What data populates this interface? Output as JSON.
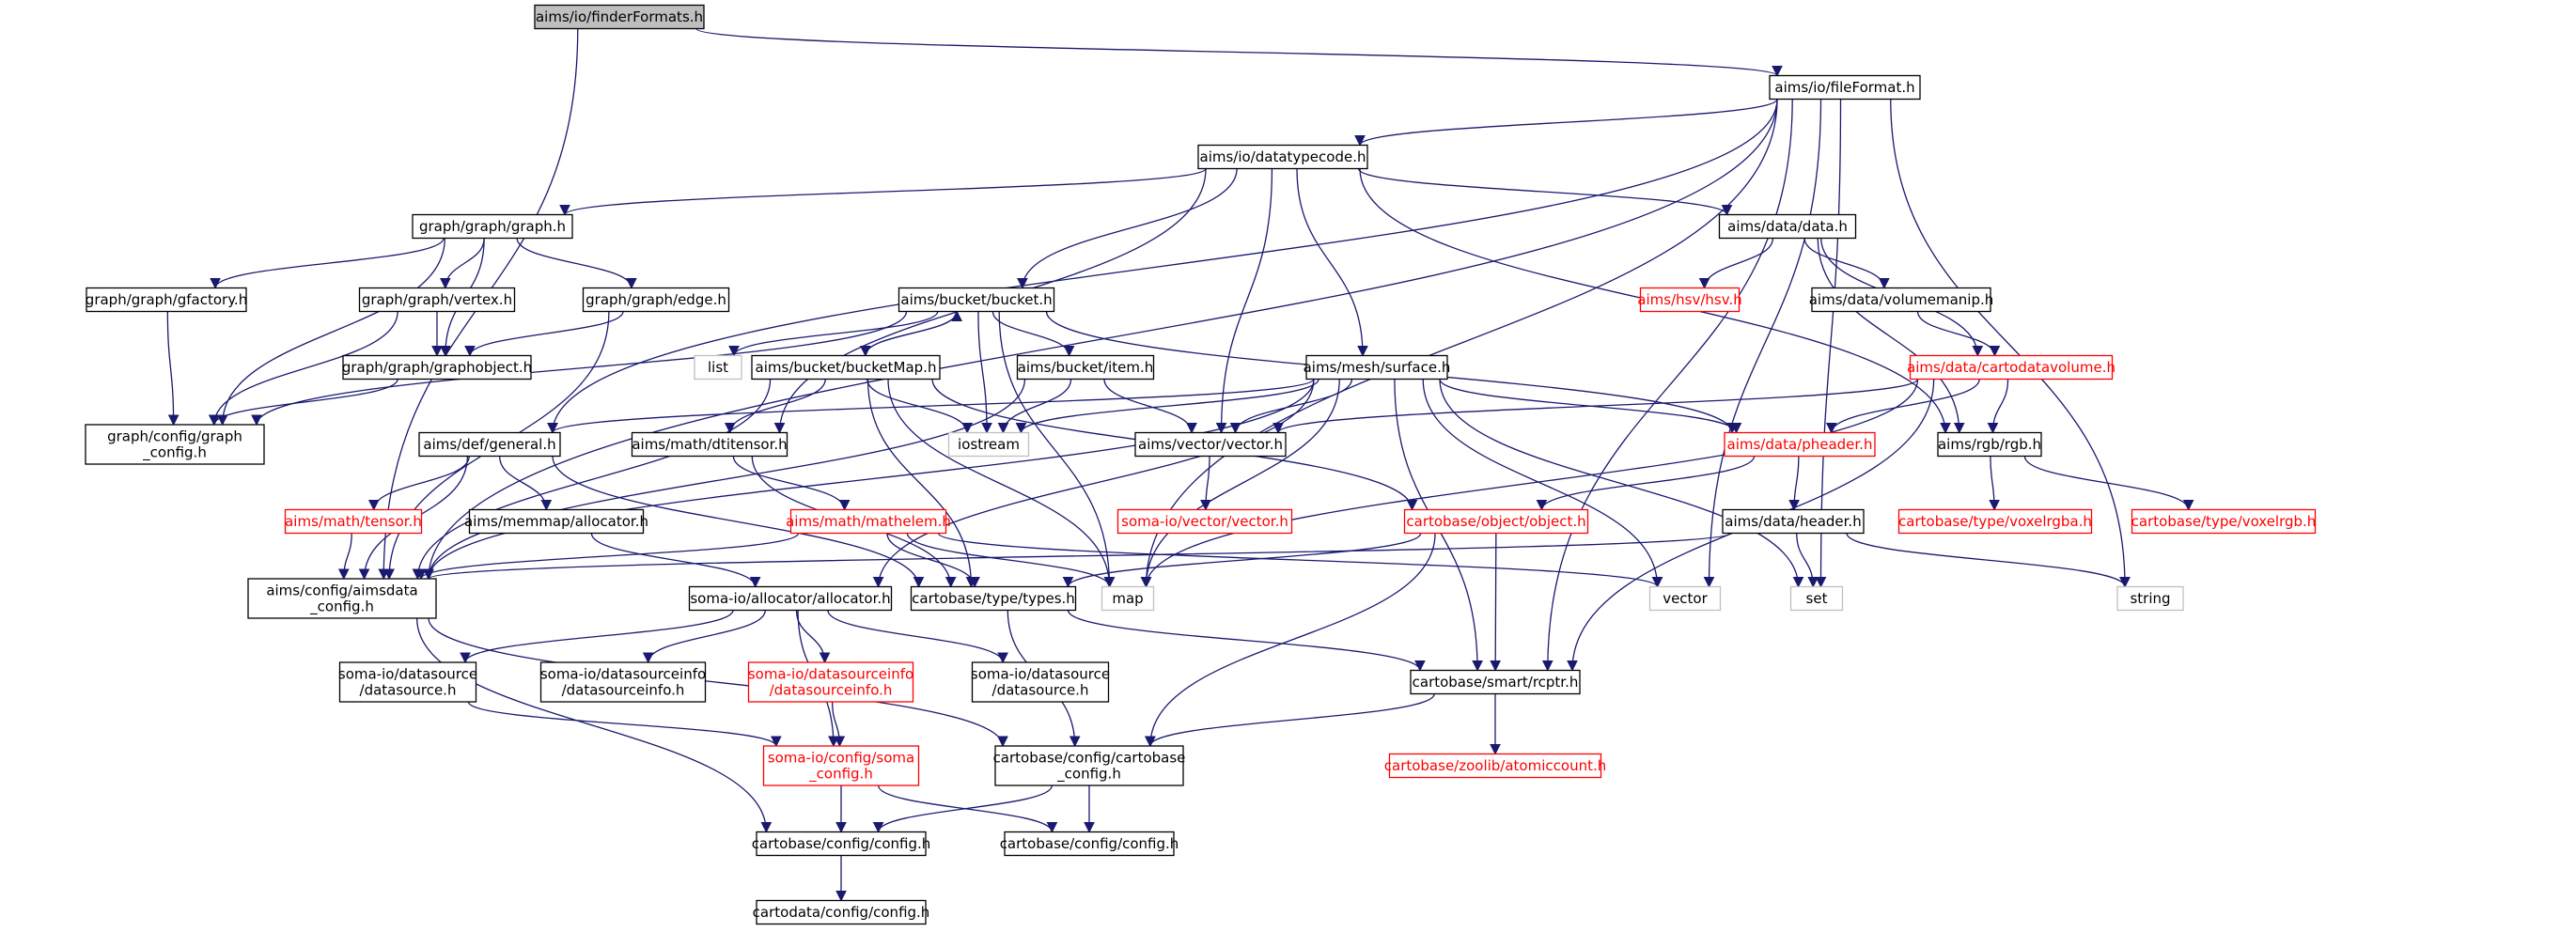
{
  "diagram": {
    "type": "include-dependency-graph",
    "colors": {
      "edge": "#191970",
      "root_fill": "#bfbfbf",
      "normal_border": "#000000",
      "missing_border": "#ff0000",
      "missing_text": "#ff0000",
      "system_border": "#bfbfbf",
      "text": "#000000",
      "background": "#ffffff"
    },
    "nodes": [
      {
        "id": "finderFormats",
        "lines": [
          "aims/io/finderFormats.h"
        ],
        "style": "root"
      },
      {
        "id": "fileFormat",
        "lines": [
          "aims/io/fileFormat.h"
        ],
        "style": "normal"
      },
      {
        "id": "datatypecode",
        "lines": [
          "aims/io/datatypecode.h"
        ],
        "style": "normal"
      },
      {
        "id": "graph",
        "lines": [
          "graph/graph/graph.h"
        ],
        "style": "normal"
      },
      {
        "id": "data",
        "lines": [
          "aims/data/data.h"
        ],
        "style": "normal"
      },
      {
        "id": "gfactory",
        "lines": [
          "graph/graph/gfactory.h"
        ],
        "style": "normal"
      },
      {
        "id": "vertex",
        "lines": [
          "graph/graph/vertex.h"
        ],
        "style": "normal"
      },
      {
        "id": "edge",
        "lines": [
          "graph/graph/edge.h"
        ],
        "style": "normal"
      },
      {
        "id": "bucket",
        "lines": [
          "aims/bucket/bucket.h"
        ],
        "style": "normal"
      },
      {
        "id": "hsv",
        "lines": [
          "aims/hsv/hsv.h"
        ],
        "style": "missing"
      },
      {
        "id": "volumemanip",
        "lines": [
          "aims/data/volumemanip.h"
        ],
        "style": "normal"
      },
      {
        "id": "graphobject",
        "lines": [
          "graph/graph/graphobject.h"
        ],
        "style": "normal"
      },
      {
        "id": "list",
        "lines": [
          "list"
        ],
        "style": "system"
      },
      {
        "id": "bucketMap",
        "lines": [
          "aims/bucket/bucketMap.h"
        ],
        "style": "normal"
      },
      {
        "id": "item",
        "lines": [
          "aims/bucket/item.h"
        ],
        "style": "normal"
      },
      {
        "id": "surface",
        "lines": [
          "aims/mesh/surface.h"
        ],
        "style": "normal"
      },
      {
        "id": "cartodatavolume",
        "lines": [
          "aims/data/cartodatavolume.h"
        ],
        "style": "missing"
      },
      {
        "id": "graphconfig",
        "lines": [
          "graph/config/graph",
          "_config.h"
        ],
        "style": "normal"
      },
      {
        "id": "general",
        "lines": [
          "aims/def/general.h"
        ],
        "style": "normal"
      },
      {
        "id": "dtitensor",
        "lines": [
          "aims/math/dtitensor.h"
        ],
        "style": "normal"
      },
      {
        "id": "iostream",
        "lines": [
          "iostream"
        ],
        "style": "system"
      },
      {
        "id": "vectorh",
        "lines": [
          "aims/vector/vector.h"
        ],
        "style": "normal"
      },
      {
        "id": "pheader",
        "lines": [
          "aims/data/pheader.h"
        ],
        "style": "missing"
      },
      {
        "id": "rgb",
        "lines": [
          "aims/rgb/rgb.h"
        ],
        "style": "normal"
      },
      {
        "id": "tensor",
        "lines": [
          "aims/math/tensor.h"
        ],
        "style": "missing"
      },
      {
        "id": "allocator",
        "lines": [
          "aims/memmap/allocator.h"
        ],
        "style": "normal"
      },
      {
        "id": "mathelem",
        "lines": [
          "aims/math/mathelem.h"
        ],
        "style": "missing"
      },
      {
        "id": "somavector",
        "lines": [
          "soma-io/vector/vector.h"
        ],
        "style": "missing"
      },
      {
        "id": "object",
        "lines": [
          "cartobase/object/object.h"
        ],
        "style": "missing"
      },
      {
        "id": "header",
        "lines": [
          "aims/data/header.h"
        ],
        "style": "normal"
      },
      {
        "id": "voxelrgba",
        "lines": [
          "cartobase/type/voxelrgba.h"
        ],
        "style": "missing"
      },
      {
        "id": "voxelrgb",
        "lines": [
          "cartobase/type/voxelrgb.h"
        ],
        "style": "missing"
      },
      {
        "id": "aimsdataconfig",
        "lines": [
          "aims/config/aimsdata",
          "_config.h"
        ],
        "style": "normal"
      },
      {
        "id": "somaallocator",
        "lines": [
          "soma-io/allocator/allocator.h"
        ],
        "style": "normal"
      },
      {
        "id": "types",
        "lines": [
          "cartobase/type/types.h"
        ],
        "style": "normal"
      },
      {
        "id": "map",
        "lines": [
          "map"
        ],
        "style": "system"
      },
      {
        "id": "vector",
        "lines": [
          "vector"
        ],
        "style": "system"
      },
      {
        "id": "set",
        "lines": [
          "set"
        ],
        "style": "system"
      },
      {
        "id": "string",
        "lines": [
          "string"
        ],
        "style": "system"
      },
      {
        "id": "datasource",
        "lines": [
          "soma-io/datasource",
          "/datasource.h"
        ],
        "style": "normal"
      },
      {
        "id": "datasourceinfo1",
        "lines": [
          "soma-io/datasourceinfo",
          "/datasourceinfo.h"
        ],
        "style": "normal"
      },
      {
        "id": "datasourceinfo2",
        "lines": [
          "soma-io/datasourceinfo",
          "/datasourceinfo.h"
        ],
        "style": "missing"
      },
      {
        "id": "datasource2",
        "lines": [
          "soma-io/datasource",
          "/datasource.h"
        ],
        "style": "normal"
      },
      {
        "id": "rcptr",
        "lines": [
          "cartobase/smart/rcptr.h"
        ],
        "style": "normal"
      },
      {
        "id": "somaconfig",
        "lines": [
          "soma-io/config/soma",
          "_config.h"
        ],
        "style": "missing"
      },
      {
        "id": "cartobaseconfig",
        "lines": [
          "cartobase/config/cartobase",
          "_config.h"
        ],
        "style": "normal"
      },
      {
        "id": "atomiccount",
        "lines": [
          "cartobase/zoolib/atomiccount.h"
        ],
        "style": "missing"
      },
      {
        "id": "config1",
        "lines": [
          "cartobase/config/config.h"
        ],
        "style": "normal"
      },
      {
        "id": "config2",
        "lines": [
          "cartobase/config/config.h"
        ],
        "style": "normal"
      },
      {
        "id": "cartodataconfig",
        "lines": [
          "cartodata/config/config.h"
        ],
        "style": "normal"
      }
    ],
    "edges": [
      [
        "finderFormats",
        "fileFormat"
      ],
      [
        "finderFormats",
        "aimsdataconfig"
      ],
      [
        "fileFormat",
        "datatypecode"
      ],
      [
        "fileFormat",
        "aimsdataconfig"
      ],
      [
        "fileFormat",
        "general"
      ],
      [
        "fileFormat",
        "map"
      ],
      [
        "fileFormat",
        "vector"
      ],
      [
        "fileFormat",
        "set"
      ],
      [
        "fileFormat",
        "string"
      ],
      [
        "fileFormat",
        "rcptr"
      ],
      [
        "datatypecode",
        "graph"
      ],
      [
        "datatypecode",
        "data"
      ],
      [
        "datatypecode",
        "bucket"
      ],
      [
        "datatypecode",
        "surface"
      ],
      [
        "datatypecode",
        "dtitensor"
      ],
      [
        "datatypecode",
        "vectorh"
      ],
      [
        "datatypecode",
        "rgb"
      ],
      [
        "graph",
        "gfactory"
      ],
      [
        "graph",
        "vertex"
      ],
      [
        "graph",
        "edge"
      ],
      [
        "graph",
        "graphobject"
      ],
      [
        "graph",
        "graphconfig"
      ],
      [
        "gfactory",
        "graphconfig"
      ],
      [
        "vertex",
        "graphobject"
      ],
      [
        "vertex",
        "graphconfig"
      ],
      [
        "edge",
        "graphobject"
      ],
      [
        "edge",
        "aimsdataconfig"
      ],
      [
        "graphobject",
        "graphconfig"
      ],
      [
        "data",
        "hsv"
      ],
      [
        "data",
        "volumemanip"
      ],
      [
        "data",
        "cartodatavolume"
      ],
      [
        "data",
        "rgb"
      ],
      [
        "volumemanip",
        "cartodatavolume"
      ],
      [
        "cartodatavolume",
        "vectorh"
      ],
      [
        "cartodatavolume",
        "pheader"
      ],
      [
        "cartodatavolume",
        "rgb"
      ],
      [
        "cartodatavolume",
        "map"
      ],
      [
        "cartodatavolume",
        "rcptr"
      ],
      [
        "bucket",
        "list"
      ],
      [
        "bucket",
        "bucketMap"
      ],
      [
        "bucket",
        "item"
      ],
      [
        "bucket",
        "iostream"
      ],
      [
        "bucket",
        "map"
      ],
      [
        "bucket",
        "pheader"
      ],
      [
        "bucket",
        "graphconfig"
      ],
      [
        "bucketMap",
        "bucket"
      ],
      [
        "bucketMap",
        "iostream"
      ],
      [
        "bucketMap",
        "dtitensor"
      ],
      [
        "bucketMap",
        "aimsdataconfig"
      ],
      [
        "bucketMap",
        "types"
      ],
      [
        "bucketMap",
        "map"
      ],
      [
        "bucketMap",
        "object"
      ],
      [
        "item",
        "iostream"
      ],
      [
        "item",
        "vectorh"
      ],
      [
        "item",
        "aimsdataconfig"
      ],
      [
        "surface",
        "general"
      ],
      [
        "surface",
        "iostream"
      ],
      [
        "surface",
        "vectorh"
      ],
      [
        "surface",
        "pheader"
      ],
      [
        "surface",
        "aimsdataconfig"
      ],
      [
        "surface",
        "map"
      ],
      [
        "surface",
        "vector"
      ],
      [
        "surface",
        "set"
      ],
      [
        "surface",
        "rcptr"
      ],
      [
        "surface",
        "somaallocator"
      ],
      [
        "general",
        "tensor"
      ],
      [
        "general",
        "allocator"
      ],
      [
        "general",
        "aimsdataconfig"
      ],
      [
        "general",
        "types"
      ],
      [
        "dtitensor",
        "mathelem"
      ],
      [
        "dtitensor",
        "types"
      ],
      [
        "tensor",
        "aimsdataconfig"
      ],
      [
        "allocator",
        "somaallocator"
      ],
      [
        "mathelem",
        "aimsdataconfig"
      ],
      [
        "mathelem",
        "map"
      ],
      [
        "mathelem",
        "vector"
      ],
      [
        "mathelem",
        "types"
      ],
      [
        "vectorh",
        "somavector"
      ],
      [
        "pheader",
        "header"
      ],
      [
        "pheader",
        "object"
      ],
      [
        "header",
        "aimsdataconfig"
      ],
      [
        "header",
        "set"
      ],
      [
        "header",
        "string"
      ],
      [
        "rgb",
        "voxelrgba"
      ],
      [
        "rgb",
        "voxelrgb"
      ],
      [
        "object",
        "types"
      ],
      [
        "object",
        "rcptr"
      ],
      [
        "object",
        "cartobaseconfig"
      ],
      [
        "aimsdataconfig",
        "cartobaseconfig"
      ],
      [
        "aimsdataconfig",
        "config1"
      ],
      [
        "somaallocator",
        "datasource"
      ],
      [
        "somaallocator",
        "datasourceinfo1"
      ],
      [
        "somaallocator",
        "datasourceinfo2"
      ],
      [
        "somaallocator",
        "datasource2"
      ],
      [
        "somaallocator",
        "somaconfig"
      ],
      [
        "datasource",
        "somaconfig"
      ],
      [
        "datasourceinfo2",
        "somaconfig"
      ],
      [
        "types",
        "rcptr"
      ],
      [
        "types",
        "cartobaseconfig"
      ],
      [
        "rcptr",
        "atomiccount"
      ],
      [
        "rcptr",
        "cartobaseconfig"
      ],
      [
        "somaconfig",
        "config1"
      ],
      [
        "somaconfig",
        "config2"
      ],
      [
        "cartobaseconfig",
        "config1"
      ],
      [
        "cartobaseconfig",
        "config2"
      ],
      [
        "config1",
        "cartodataconfig"
      ]
    ]
  }
}
